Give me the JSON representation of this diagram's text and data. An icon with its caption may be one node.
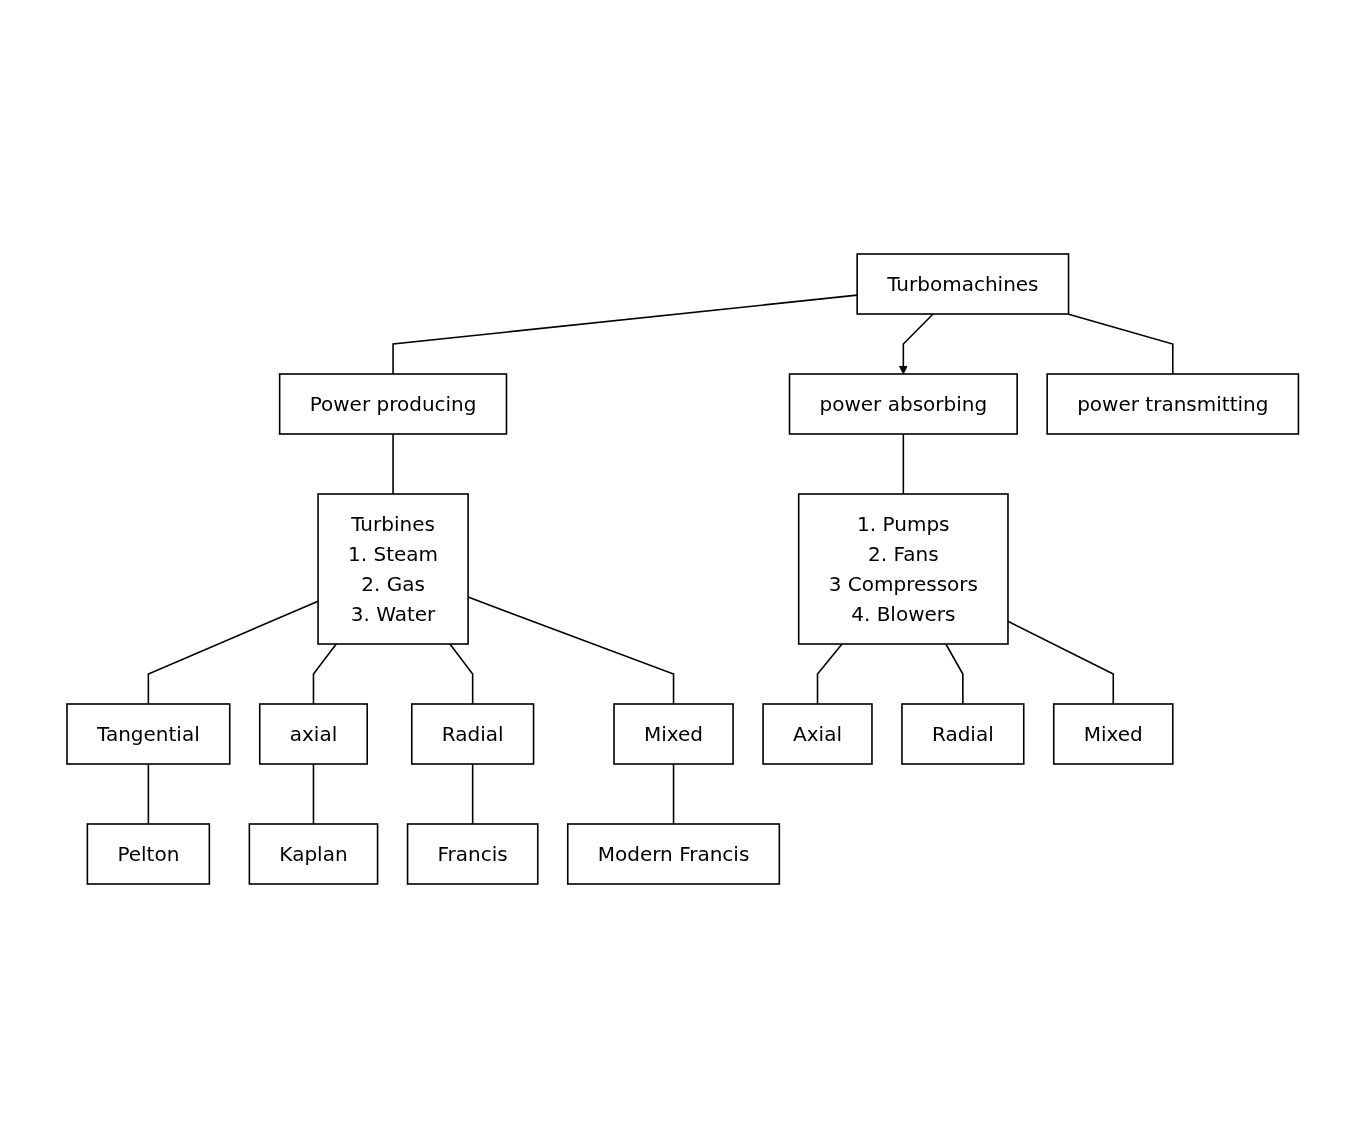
{
  "diagram": {
    "nodes": [
      {
        "text": [
          "Turbomachines"
        ]
      },
      {
        "text": [
          "Power producing"
        ]
      },
      {
        "text": [
          "power absorbing"
        ]
      },
      {
        "text": [
          "power transmitting"
        ]
      },
      {
        "text": [
          "Turbines",
          "1. Steam",
          "2. Gas",
          "3. Water"
        ]
      },
      {
        "text": [
          "1. Pumps",
          "2. Fans",
          "3 Compressors",
          "4. Blowers"
        ]
      },
      {
        "text": [
          "Tangential"
        ]
      },
      {
        "text": [
          "axial"
        ]
      },
      {
        "text": [
          "Radial"
        ]
      },
      {
        "text": [
          "Mixed"
        ]
      },
      {
        "text": [
          "Axial"
        ]
      },
      {
        "text": [
          "Radial"
        ]
      },
      {
        "text": [
          "Mixed"
        ]
      },
      {
        "text": [
          "Pelton"
        ]
      },
      {
        "text": [
          "Kaplan"
        ]
      },
      {
        "text": [
          "Francis"
        ]
      },
      {
        "text": [
          "Modern Francis"
        ]
      }
    ],
    "edges": [
      {
        "from": 0,
        "to": 1,
        "arrow": "none"
      },
      {
        "from": 0,
        "to": 2,
        "arrow": "to"
      },
      {
        "from": 0,
        "to": 3,
        "arrow": "none"
      },
      {
        "from": 1,
        "to": 4,
        "arrow": "none"
      },
      {
        "from": 2,
        "to": 5,
        "arrow": "none"
      },
      {
        "from": 4,
        "to": 6,
        "arrow": "none"
      },
      {
        "from": 4,
        "to": 7,
        "arrow": "none"
      },
      {
        "from": 4,
        "to": 8,
        "arrow": "none"
      },
      {
        "from": 4,
        "to": 9,
        "arrow": "none"
      },
      {
        "from": 5,
        "to": 10,
        "arrow": "none"
      },
      {
        "from": 5,
        "to": 11,
        "arrow": "none"
      },
      {
        "from": 5,
        "to": 12,
        "arrow": "none"
      },
      {
        "from": 6,
        "to": 13,
        "arrow": "none"
      },
      {
        "from": 7,
        "to": 14,
        "arrow": "none"
      },
      {
        "from": 8,
        "to": 15,
        "arrow": "none"
      },
      {
        "from": 9,
        "to": 16,
        "arrow": "none"
      }
    ]
  }
}
